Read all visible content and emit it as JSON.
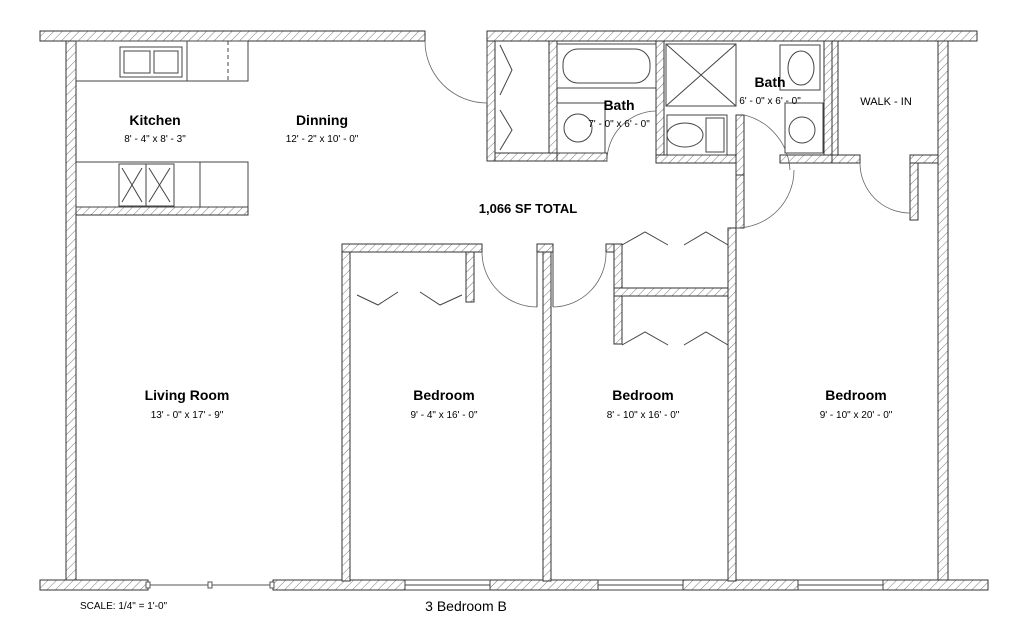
{
  "plan": {
    "title": "3 Bedroom B",
    "total_area": "1,066 SF TOTAL",
    "scale": "SCALE: 1/4\" = 1'-0\""
  },
  "rooms": {
    "kitchen": {
      "name": "Kitchen",
      "dims": "8' - 4\" x 8' - 3\""
    },
    "dining": {
      "name": "Dinning",
      "dims": "12' - 2\" x 10' - 0\""
    },
    "bath1": {
      "name": "Bath",
      "dims": "7' - 0\" x 6' - 0\""
    },
    "bath2": {
      "name": "Bath",
      "dims": "6' - 0\" x 6' - 0\""
    },
    "walkin": {
      "name": "WALK - IN"
    },
    "living": {
      "name": "Living Room",
      "dims": "13' - 0\" x 17' - 9\""
    },
    "bedroom1": {
      "name": "Bedroom",
      "dims": "9' - 4\" x 16' - 0\""
    },
    "bedroom2": {
      "name": "Bedroom",
      "dims": "8' - 10\" x 16' - 0\""
    },
    "bedroom3": {
      "name": "Bedroom",
      "dims": "9' - 10\" x 20' - 0\""
    }
  }
}
